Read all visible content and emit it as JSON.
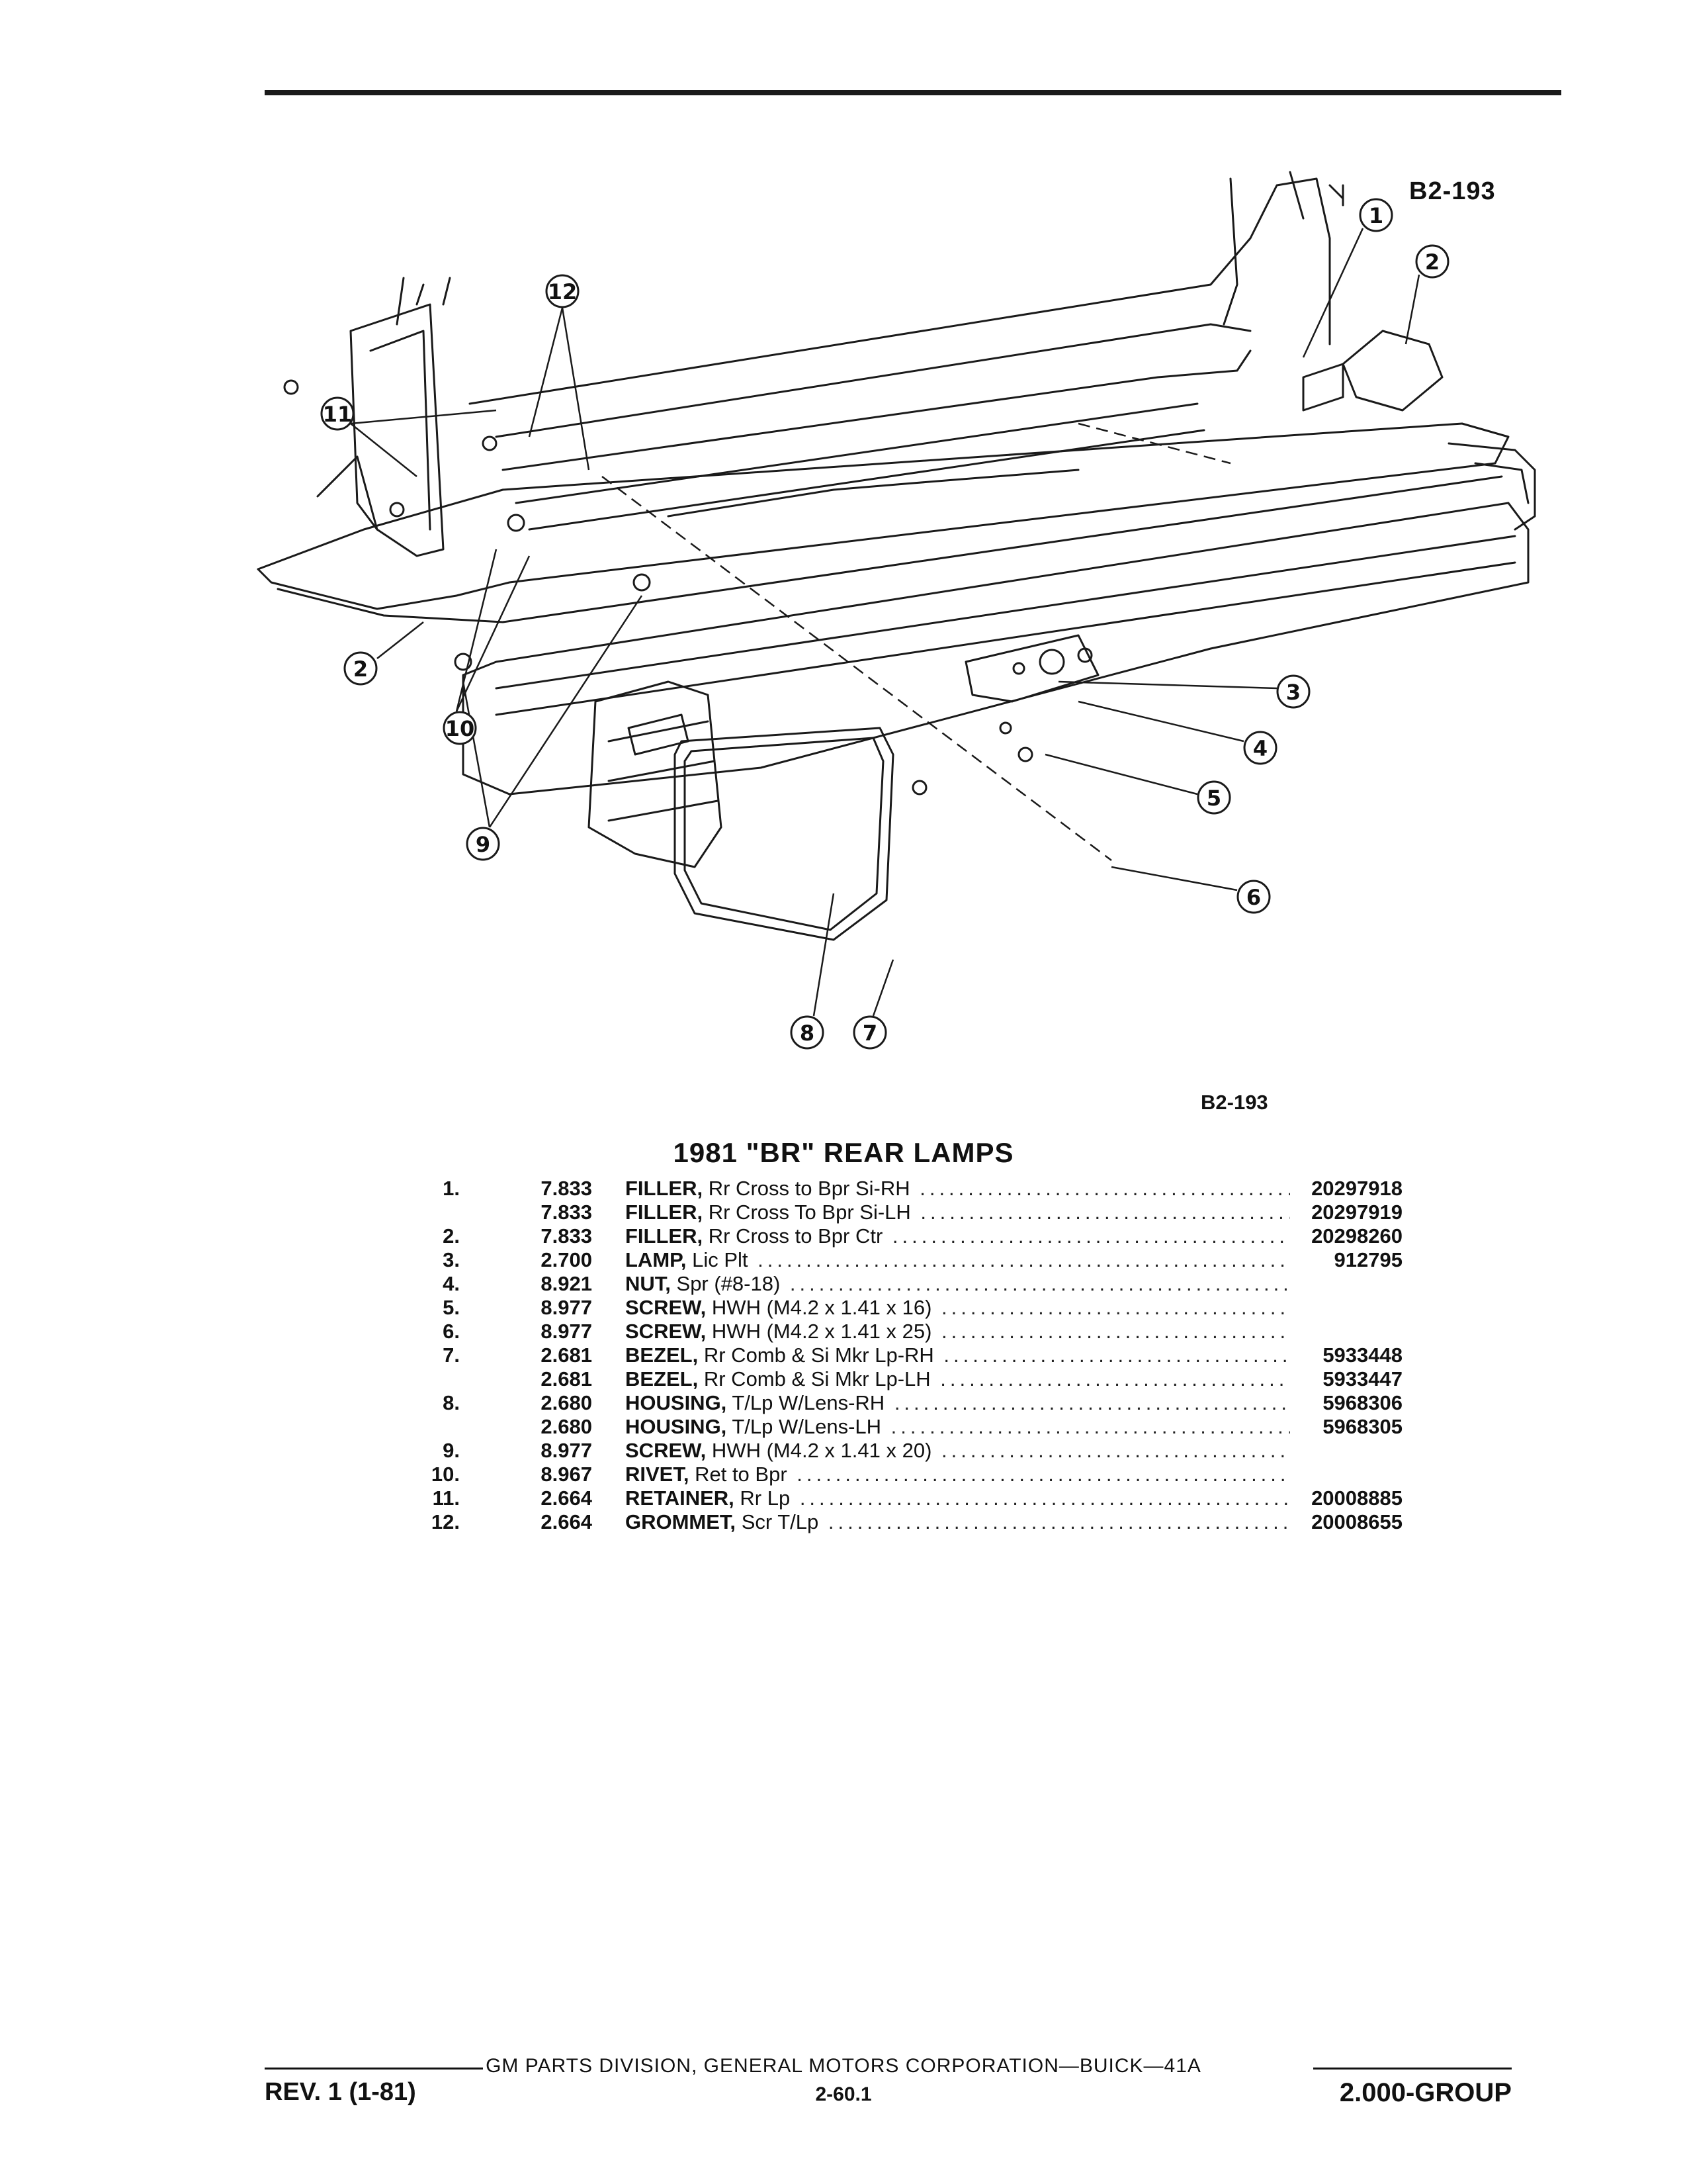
{
  "figure": {
    "code_top": "B2-193",
    "code_bottom": "B2-193",
    "callouts": [
      {
        "num": "1"
      },
      {
        "num": "2"
      },
      {
        "num": "2"
      },
      {
        "num": "3"
      },
      {
        "num": "4"
      },
      {
        "num": "5"
      },
      {
        "num": "6"
      },
      {
        "num": "7"
      },
      {
        "num": "8"
      },
      {
        "num": "9"
      },
      {
        "num": "10"
      },
      {
        "num": "11"
      },
      {
        "num": "12"
      }
    ]
  },
  "section_title": "1981 \"BR\" REAR LAMPS",
  "parts": [
    {
      "idx": "1.",
      "group": "7.833",
      "name": "FILLER,",
      "desc": "Rr Cross to Bpr Si-RH",
      "part": "20297918"
    },
    {
      "idx": "",
      "group": "7.833",
      "name": "FILLER,",
      "desc": "Rr Cross To Bpr Si-LH",
      "part": "20297919"
    },
    {
      "idx": "2.",
      "group": "7.833",
      "name": "FILLER,",
      "desc": "Rr Cross to Bpr Ctr",
      "part": "20298260"
    },
    {
      "idx": "3.",
      "group": "2.700",
      "name": "LAMP,",
      "desc": "Lic Plt",
      "part": "912795"
    },
    {
      "idx": "4.",
      "group": "8.921",
      "name": "NUT,",
      "desc": "Spr (#8-18)",
      "part": ""
    },
    {
      "idx": "5.",
      "group": "8.977",
      "name": "SCREW,",
      "desc": "HWH (M4.2 x 1.41 x 16)",
      "part": ""
    },
    {
      "idx": "6.",
      "group": "8.977",
      "name": "SCREW,",
      "desc": "HWH (M4.2 x 1.41 x 25)",
      "part": ""
    },
    {
      "idx": "7.",
      "group": "2.681",
      "name": "BEZEL,",
      "desc": "Rr Comb & Si Mkr Lp-RH",
      "part": "5933448"
    },
    {
      "idx": "",
      "group": "2.681",
      "name": "BEZEL,",
      "desc": "Rr Comb & Si Mkr Lp-LH",
      "part": "5933447"
    },
    {
      "idx": "8.",
      "group": "2.680",
      "name": "HOUSING,",
      "desc": "T/Lp W/Lens-RH",
      "part": "5968306"
    },
    {
      "idx": "",
      "group": "2.680",
      "name": "HOUSING,",
      "desc": "T/Lp W/Lens-LH",
      "part": "5968305"
    },
    {
      "idx": "9.",
      "group": "8.977",
      "name": "SCREW,",
      "desc": "HWH (M4.2 x 1.41 x 20)",
      "part": ""
    },
    {
      "idx": "10.",
      "group": "8.967",
      "name": "RIVET,",
      "desc": "Ret to Bpr",
      "part": ""
    },
    {
      "idx": "11.",
      "group": "2.664",
      "name": "RETAINER,",
      "desc": "Rr Lp",
      "part": "20008885"
    },
    {
      "idx": "12.",
      "group": "2.664",
      "name": "GROMMET,",
      "desc": "Scr T/Lp",
      "part": "20008655"
    }
  ],
  "footer": {
    "division": "GM PARTS DIVISION, GENERAL MOTORS CORPORATION—BUICK—41A",
    "revision": "REV. 1 (1-81)",
    "page": "2-60.1",
    "group": "2.000-GROUP"
  }
}
